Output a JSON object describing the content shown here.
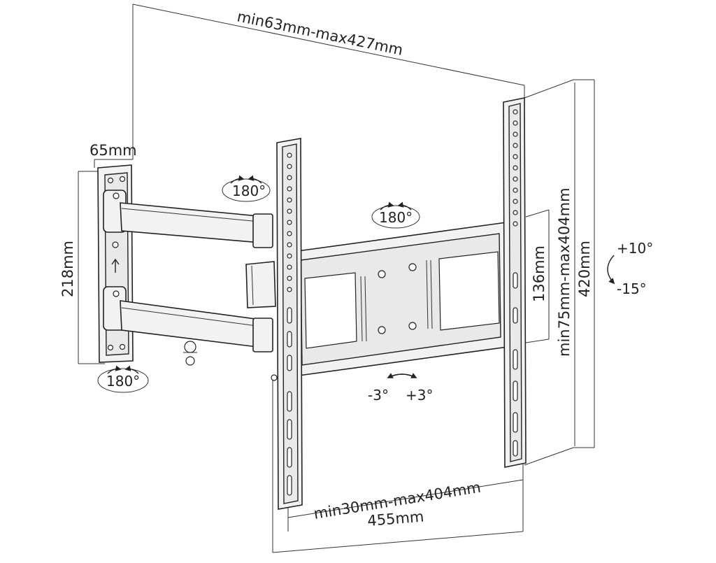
{
  "dimensions": {
    "overall_depth": "min63mm-max427mm",
    "wall_plate_depth": "65mm",
    "wall_plate_height": "218mm",
    "vesa_horizontal": "min30mm-max404mm",
    "total_width": "455mm",
    "bracket_height": "420mm",
    "vesa_vertical": "min75mm-max404mm",
    "inner_spacing": "136mm"
  },
  "angles": {
    "wall_swivel": "180°",
    "arm_swivel": "180°",
    "tv_swivel": "180°",
    "tilt_up": "+10°",
    "tilt_down": "-15°",
    "level_left": "-3°",
    "level_right": "+3°"
  }
}
